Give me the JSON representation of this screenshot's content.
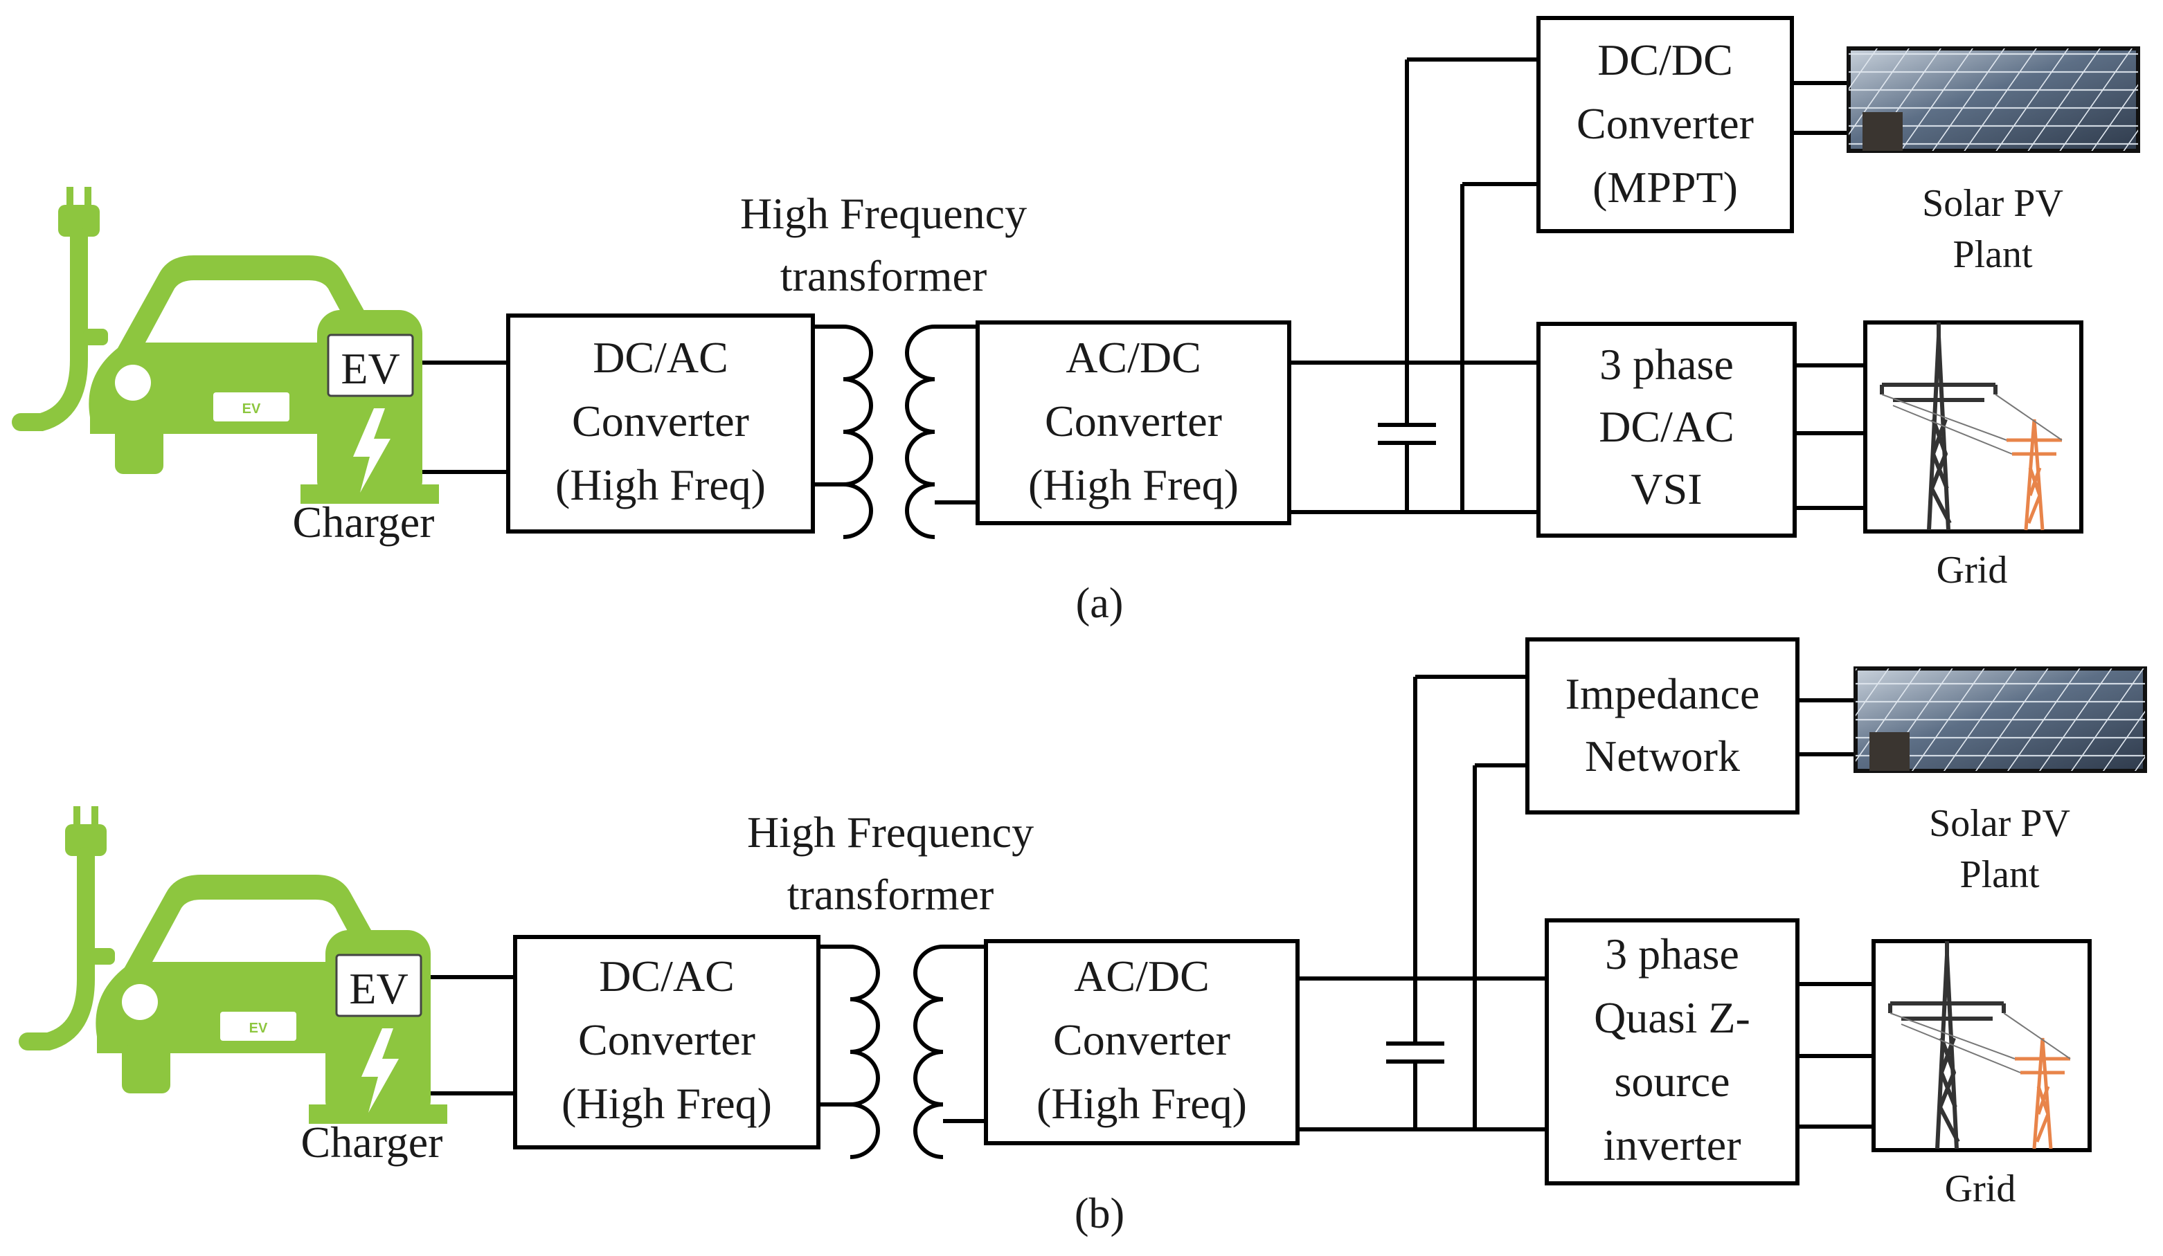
{
  "colors": {
    "ev_green": "#8dc63f",
    "tower_dark": "#333333",
    "tower_orange": "#e8844a",
    "pv_panel": "#4b5f78"
  },
  "panel_a": {
    "caption": "(a)",
    "transformer_label": [
      "High Frequency",
      "transformer"
    ],
    "ev_label": "EV",
    "car_plate": "EV",
    "charger_label": "Charger",
    "dcac_block": [
      "DC/AC",
      "Converter",
      "(High Freq)"
    ],
    "acdc_block": [
      "AC/DC",
      "Converter",
      "(High Freq)"
    ],
    "top_block": [
      "DC/DC",
      "Converter",
      "(MPPT)"
    ],
    "bottom_block": [
      "3 phase",
      "DC/AC",
      "VSI"
    ],
    "pv_label": [
      "Solar PV",
      "Plant"
    ],
    "grid_label": "Grid"
  },
  "panel_b": {
    "caption": "(b)",
    "transformer_label": [
      "High Frequency",
      "transformer"
    ],
    "ev_label": "EV",
    "car_plate": "EV",
    "charger_label": "Charger",
    "dcac_block": [
      "DC/AC",
      "Converter",
      "(High Freq)"
    ],
    "acdc_block": [
      "AC/DC",
      "Converter",
      "(High Freq)"
    ],
    "top_block": [
      "Impedance",
      "Network"
    ],
    "bottom_block": [
      "3 phase",
      "Quasi Z-",
      "source",
      "inverter"
    ],
    "pv_label": [
      "Solar PV",
      "Plant"
    ],
    "grid_label": "Grid"
  }
}
